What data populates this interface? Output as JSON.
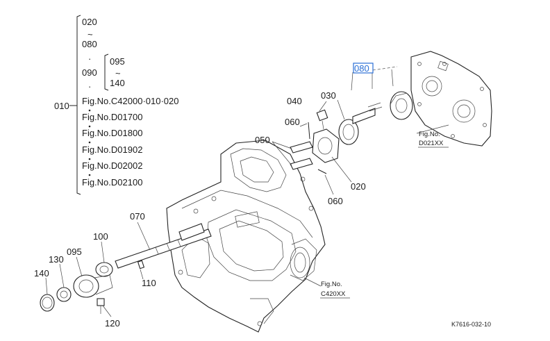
{
  "legend": {
    "root": "010",
    "r1": "020",
    "tilde1": "~",
    "r2": "080",
    "dot1": "·",
    "r3": "090",
    "dot2": "·",
    "sub1": "095",
    "tilde2": "~",
    "sub2": "140",
    "fig1": "Fig.No.C42000·010·020",
    "fig2": "Fig.No.D01700",
    "fig3": "Fig.No.D01800",
    "fig4": "Fig.No.D01902",
    "fig5": "Fig.No.D02002",
    "fig6": "Fig.No.D02100"
  },
  "callouts": {
    "p080": "080",
    "p040": "040",
    "p030": "030",
    "p060a": "060",
    "p050": "050",
    "p020": "020",
    "p060b": "060",
    "p070": "070",
    "p100": "100",
    "p095": "095",
    "p130": "130",
    "p140": "140",
    "p110": "110",
    "p120": "120"
  },
  "refs": {
    "d021_line1": "Fig.No.",
    "d021_line2": "D021XX",
    "c420_line1": "Fig.No.",
    "c420_line2": "C420XX"
  },
  "drawing_code": "K7616-032-10",
  "highlight_color": "#2a6fd6"
}
